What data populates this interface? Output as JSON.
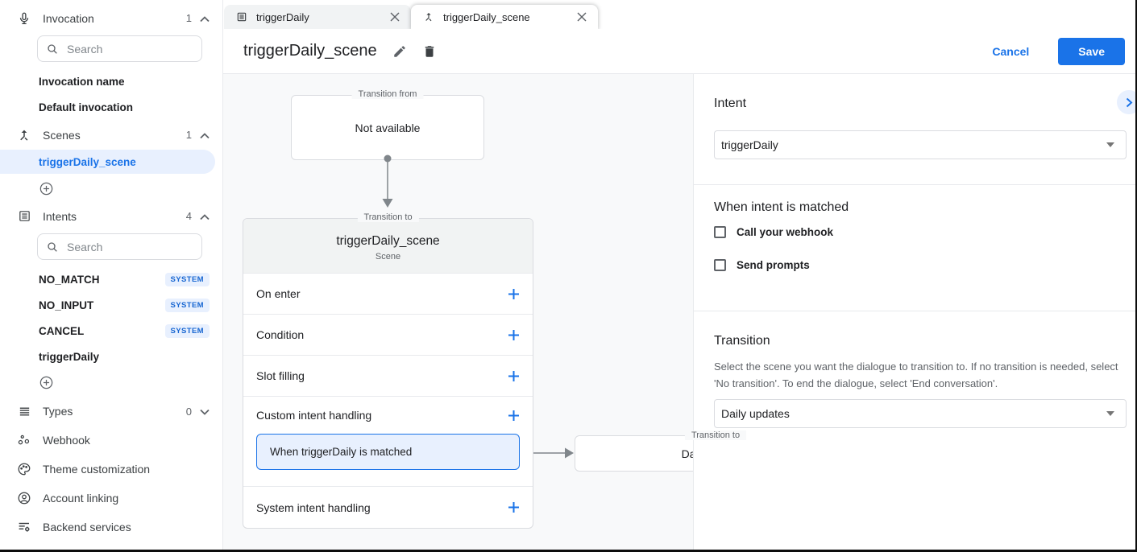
{
  "sidebar": {
    "invocation": {
      "label": "Invocation",
      "count": "1",
      "search_placeholder": "Search",
      "items": [
        "Invocation name",
        "Default invocation"
      ]
    },
    "scenes": {
      "label": "Scenes",
      "count": "1",
      "selected_item": "triggerDaily_scene"
    },
    "intents": {
      "label": "Intents",
      "count": "4",
      "search_placeholder": "Search",
      "items": [
        {
          "label": "NO_MATCH",
          "badge": "SYSTEM"
        },
        {
          "label": "NO_INPUT",
          "badge": "SYSTEM"
        },
        {
          "label": "CANCEL",
          "badge": "SYSTEM"
        },
        {
          "label": "triggerDaily"
        }
      ]
    },
    "types": {
      "label": "Types",
      "count": "0"
    },
    "links": [
      "Webhook",
      "Theme customization",
      "Account linking",
      "Backend services"
    ]
  },
  "tabs": [
    {
      "label": "triggerDaily"
    },
    {
      "label": "triggerDaily_scene"
    }
  ],
  "header": {
    "title": "triggerDaily_scene",
    "cancel_label": "Cancel",
    "save_label": "Save"
  },
  "canvas": {
    "transition_from": {
      "legend": "Transition from",
      "text": "Not available"
    },
    "scene_node": {
      "legend": "Transition to",
      "title": "triggerDaily_scene",
      "subtitle": "Scene",
      "rows": [
        "On enter",
        "Condition",
        "Slot filling",
        "Custom intent handling",
        "System intent handling"
      ],
      "custom_intent_child": "When triggerDaily is matched"
    },
    "daily_node": {
      "legend": "Transition to",
      "text": "Daily updates"
    }
  },
  "panel": {
    "intent": {
      "heading": "Intent",
      "value": "triggerDaily"
    },
    "matched": {
      "heading": "When intent is matched",
      "checkboxes": [
        "Call your webhook",
        "Send prompts"
      ]
    },
    "transition": {
      "heading": "Transition",
      "description": "Select the scene you want the dialogue to transition to. If no transition is needed, select 'No transition'. To end the dialogue, select 'End conversation'.",
      "value": "Daily updates"
    }
  },
  "colors": {
    "accent": "#1a73e8",
    "selected_bg": "#e8f0fe",
    "badge_text": "#1967d2",
    "save_button": "#1a73e8"
  }
}
